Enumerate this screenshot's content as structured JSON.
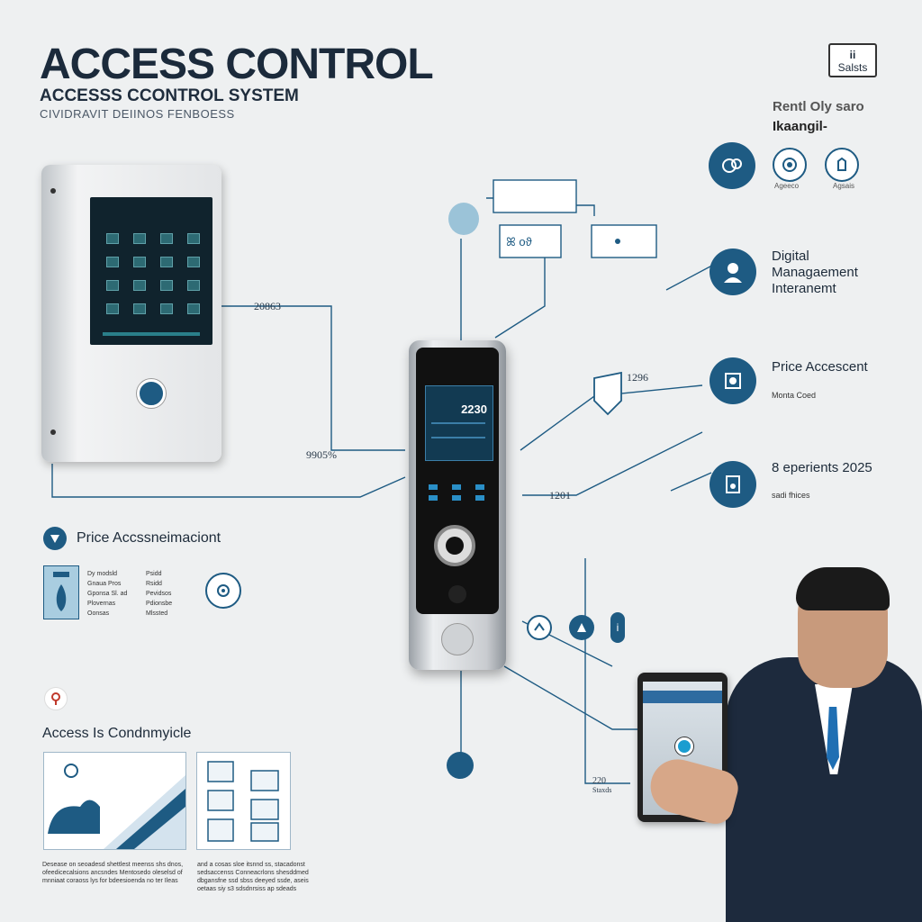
{
  "header": {
    "title": "ACCESS CONTROL",
    "subtitle": "ACCESSS CCONTROL SYSTEM",
    "tagline": "CIVIDRAVIT DEIINOS FENBOESS"
  },
  "logo": {
    "top": "ii",
    "bottom": "Salsts"
  },
  "top_right": {
    "heading_line1": "Rentl Oly saro",
    "heading_line2": "Ikaangil-",
    "icon_captions": [
      "Ageeco",
      "Agsais"
    ]
  },
  "features": [
    {
      "title": "Digital Managaement Interanemt",
      "sub": ""
    },
    {
      "title": "Price Accescent",
      "sub": "Monta Coed"
    },
    {
      "title": "8 eperients 2025",
      "sub": "sadi fhices"
    }
  ],
  "diagram_labels": {
    "panel_line": "20863",
    "left_value": "9905%",
    "mid_right": "1296",
    "bottom_mid": "1201",
    "tablet_side": "220",
    "tablet_side_sub": "Staxds"
  },
  "keypad_screen": {
    "value": "2230"
  },
  "price_section": {
    "heading": "Price Accssneimaciont",
    "col1": [
      "Dy modsld",
      "Gnaua Pros",
      "Gponsa Sl. ad",
      "Plovernas",
      "Oonsas"
    ],
    "col2": [
      "Psidd",
      "Rsidd",
      "Pevidsos",
      "Pdionsbe",
      "Mlssted"
    ]
  },
  "access_section": {
    "heading": "Access Is Condnmyicle",
    "caption1": "Desease on seoadesd shettlest meenss shs dnos, ofeedicecalsions ancsndes Mentosedo oleselsd of mnniaat coraoss lys for bdeesioenda no ter Ileas",
    "caption2": "and a cosas sloe itsnnd ss, stacadonst sedsaccenss Conneacrlons shesddmed dbgansfne ssd sbss deeyed ssde, aseis oetaas siy s3 sdsdnrsiss ap sdeads"
  },
  "colors": {
    "accent": "#1e5b83",
    "dark": "#1b2a3b",
    "bg": "#eef0f1"
  }
}
